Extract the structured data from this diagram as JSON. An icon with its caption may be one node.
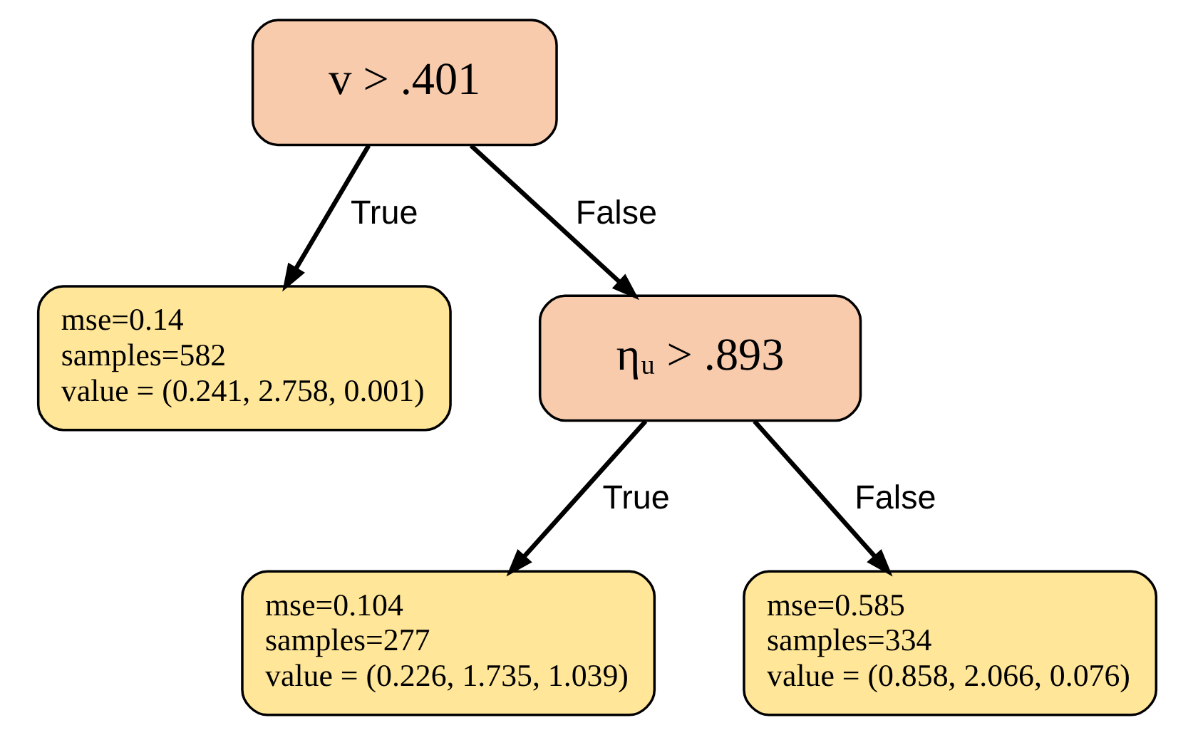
{
  "diagram": {
    "nodes": [
      {
        "text": [
          "v > .401"
        ]
      },
      {
        "text": [
          "mse=0.14",
          "samples=582",
          "value = (0.241, 2.758, 0.001)"
        ]
      },
      {
        "text": [
          "ηᵤ > .893"
        ]
      },
      {
        "text": [
          "mse=0.104",
          "samples=277",
          "value = (0.226, 1.735, 1.039)"
        ]
      },
      {
        "text": [
          "mse=0.585",
          "samples=334",
          "value = (0.858, 2.066, 0.076)"
        ]
      }
    ],
    "edges": [
      {
        "from": 0,
        "to": 1,
        "arrow": "to",
        "label": "True"
      },
      {
        "from": 0,
        "to": 2,
        "arrow": "to",
        "label": "False"
      },
      {
        "from": 2,
        "to": 3,
        "arrow": "to",
        "label": "True"
      },
      {
        "from": 2,
        "to": 4,
        "arrow": "to",
        "label": "False"
      }
    ]
  }
}
